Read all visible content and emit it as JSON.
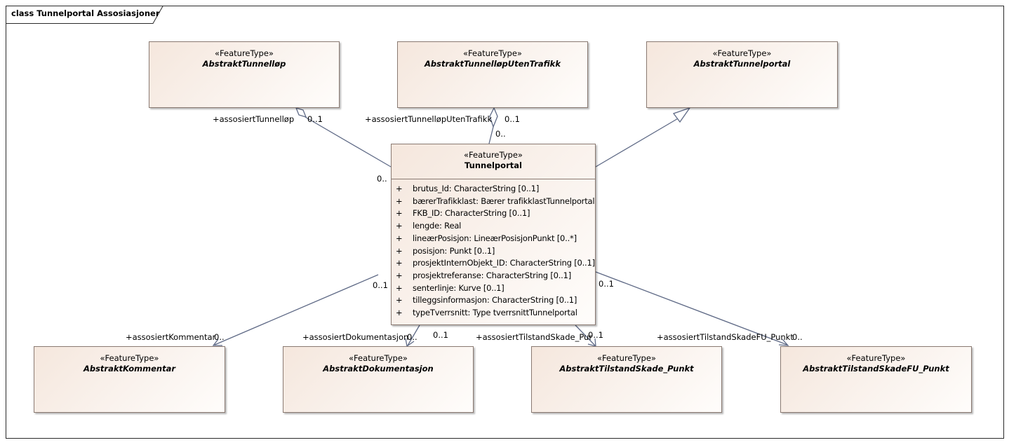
{
  "diagram": {
    "title": "class Tunnelportal Assosiasjoner"
  },
  "classes": {
    "abstrakt_tunnellop": {
      "stereotype": "«FeatureType»",
      "name": "AbstraktTunnelløp"
    },
    "abstrakt_tunnellop_uten_trafikk": {
      "stereotype": "«FeatureType»",
      "name": "AbstraktTunnelløpUtenTrafikk"
    },
    "abstrakt_tunnelportal": {
      "stereotype": "«FeatureType»",
      "name": "AbstraktTunnelportal"
    },
    "tunnelportal": {
      "stereotype": "«FeatureType»",
      "name": "Tunnelportal",
      "attributes": [
        {
          "vis": "+",
          "text": "brutus_Id: CharacterString [0..1]"
        },
        {
          "vis": "+",
          "text": "bærerTrafikklast: Bærer trafikklastTunnelportal"
        },
        {
          "vis": "+",
          "text": "FKB_ID: CharacterString [0..1]"
        },
        {
          "vis": "+",
          "text": "lengde: Real"
        },
        {
          "vis": "+",
          "text": "lineærPosisjon: LineærPosisjonPunkt [0..*]"
        },
        {
          "vis": "+",
          "text": "posisjon: Punkt [0..1]"
        },
        {
          "vis": "+",
          "text": "prosjektInternObjekt_ID: CharacterString [0..1]"
        },
        {
          "vis": "+",
          "text": "prosjektreferanse: CharacterString [0..1]"
        },
        {
          "vis": "+",
          "text": "senterlinje: Kurve [0..1]"
        },
        {
          "vis": "+",
          "text": "tilleggsinformasjon: CharacterString [0..1]"
        },
        {
          "vis": "+",
          "text": "typeTverrsnitt: Type tverrsnittTunnelportal"
        }
      ]
    },
    "abstrakt_kommentar": {
      "stereotype": "«FeatureType»",
      "name": "AbstraktKommentar"
    },
    "abstrakt_dokumentasjon": {
      "stereotype": "«FeatureType»",
      "name": "AbstraktDokumentasjon"
    },
    "abstrakt_tilstand_skade_punkt": {
      "stereotype": "«FeatureType»",
      "name": "AbstraktTilstandSkade_Punkt"
    },
    "abstrakt_tilstand_skade_fu_punkt": {
      "stereotype": "«FeatureType»",
      "name": "AbstraktTilstandSkadeFU_Punkt"
    }
  },
  "labels": {
    "role_tunnellop": "+assosiertTunnelløp",
    "mult_tunnellop_target": "0..1",
    "mult_tunnellop_source": "0..",
    "role_uten_trafikk": "+assosiertTunnelløpUtenTrafikk",
    "mult_uten_trafikk_target": "0..1",
    "mult_uten_trafikk_source": "0..",
    "role_kommentar": "+assosiertKommentar",
    "mult_kommentar_target": "0..",
    "mult_kommentar_source": "0..1",
    "role_dokumentasjon": "+assosiertDokumentasjon",
    "mult_dokumentasjon_target": "0..",
    "mult_dokumentasjon_source": "0..1",
    "role_tilstand_skade": "+assosiertTilstandSkade_Pur",
    "mult_tilstand_skade_target": "0..1",
    "role_tilstand_skade_fu": "+assosiertTilstandSkadeFU_Punkt",
    "mult_tilstand_skade_fu_target": "0..",
    "mult_tilstand_skade_fu_source": "0..1"
  }
}
